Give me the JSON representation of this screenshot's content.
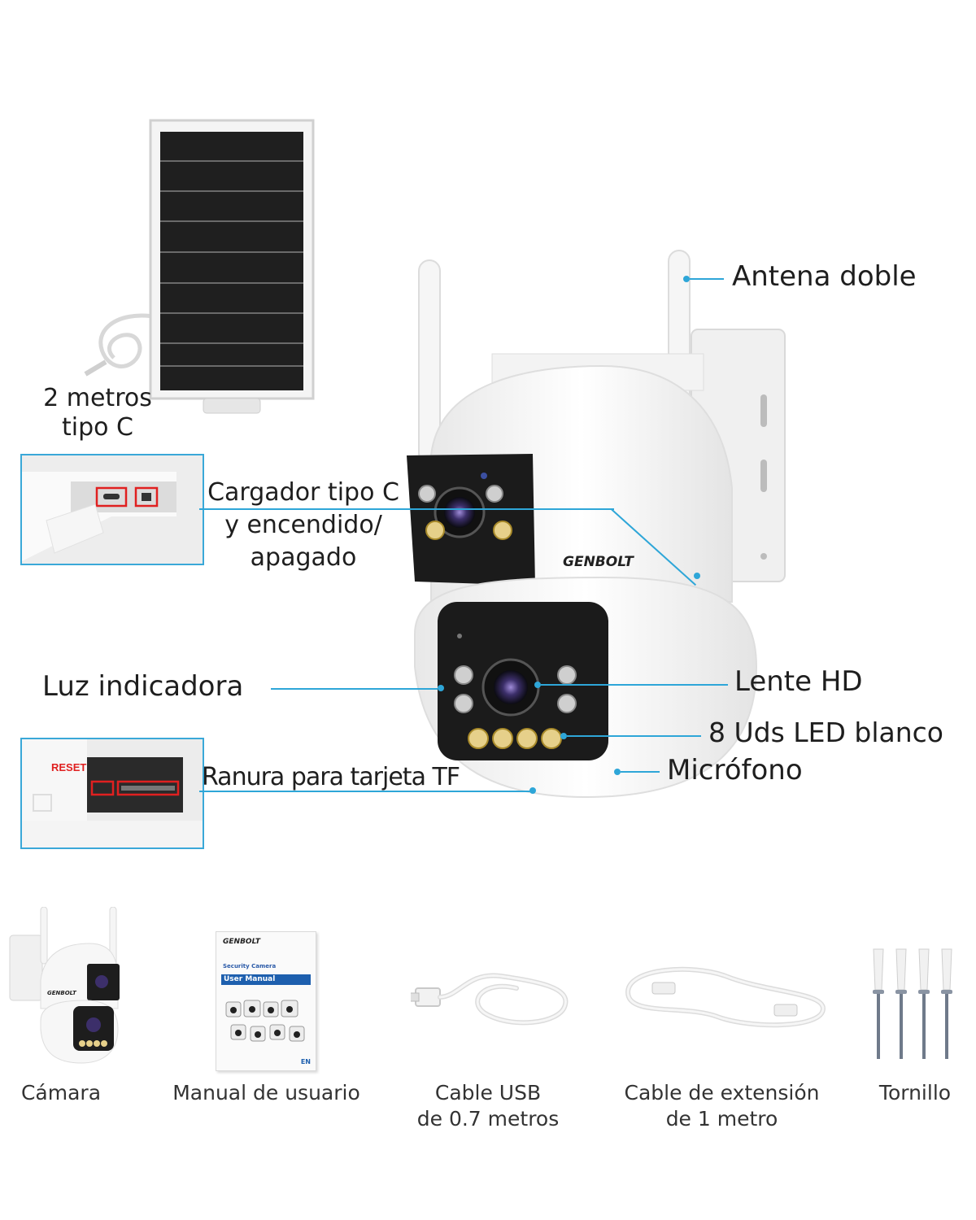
{
  "brand": "GENBOLT",
  "solar_panel": {
    "caption_line1": "2 metros",
    "caption_line2": "tipo C"
  },
  "callouts": {
    "antenna": "Antena doble",
    "charger_line1": "Cargador tipo C",
    "charger_line2": "y encendido/",
    "charger_line3": "apagado",
    "indicator": "Luz indicadora",
    "lens": "Lente HD",
    "leds": "8 Uds LED blanco",
    "mic": "Micrófono",
    "tf_slot": "Ranura para tarjeta TF",
    "reset": "RESET"
  },
  "manual": {
    "brand": "GENBOLT",
    "line1": "Security Camera",
    "line2": "User Manual",
    "lang": "EN"
  },
  "accessories": [
    {
      "line1": "Cámara",
      "line2": ""
    },
    {
      "line1": "Manual de usuario",
      "line2": ""
    },
    {
      "line1": "Cable USB",
      "line2": "de 0.7 metros"
    },
    {
      "line1": "Cable de extensión",
      "line2": "de 1 metro"
    },
    {
      "line1": "Tornillo",
      "line2": ""
    }
  ],
  "colors": {
    "accent": "#2ea6d8",
    "highlight": "#e02020"
  }
}
